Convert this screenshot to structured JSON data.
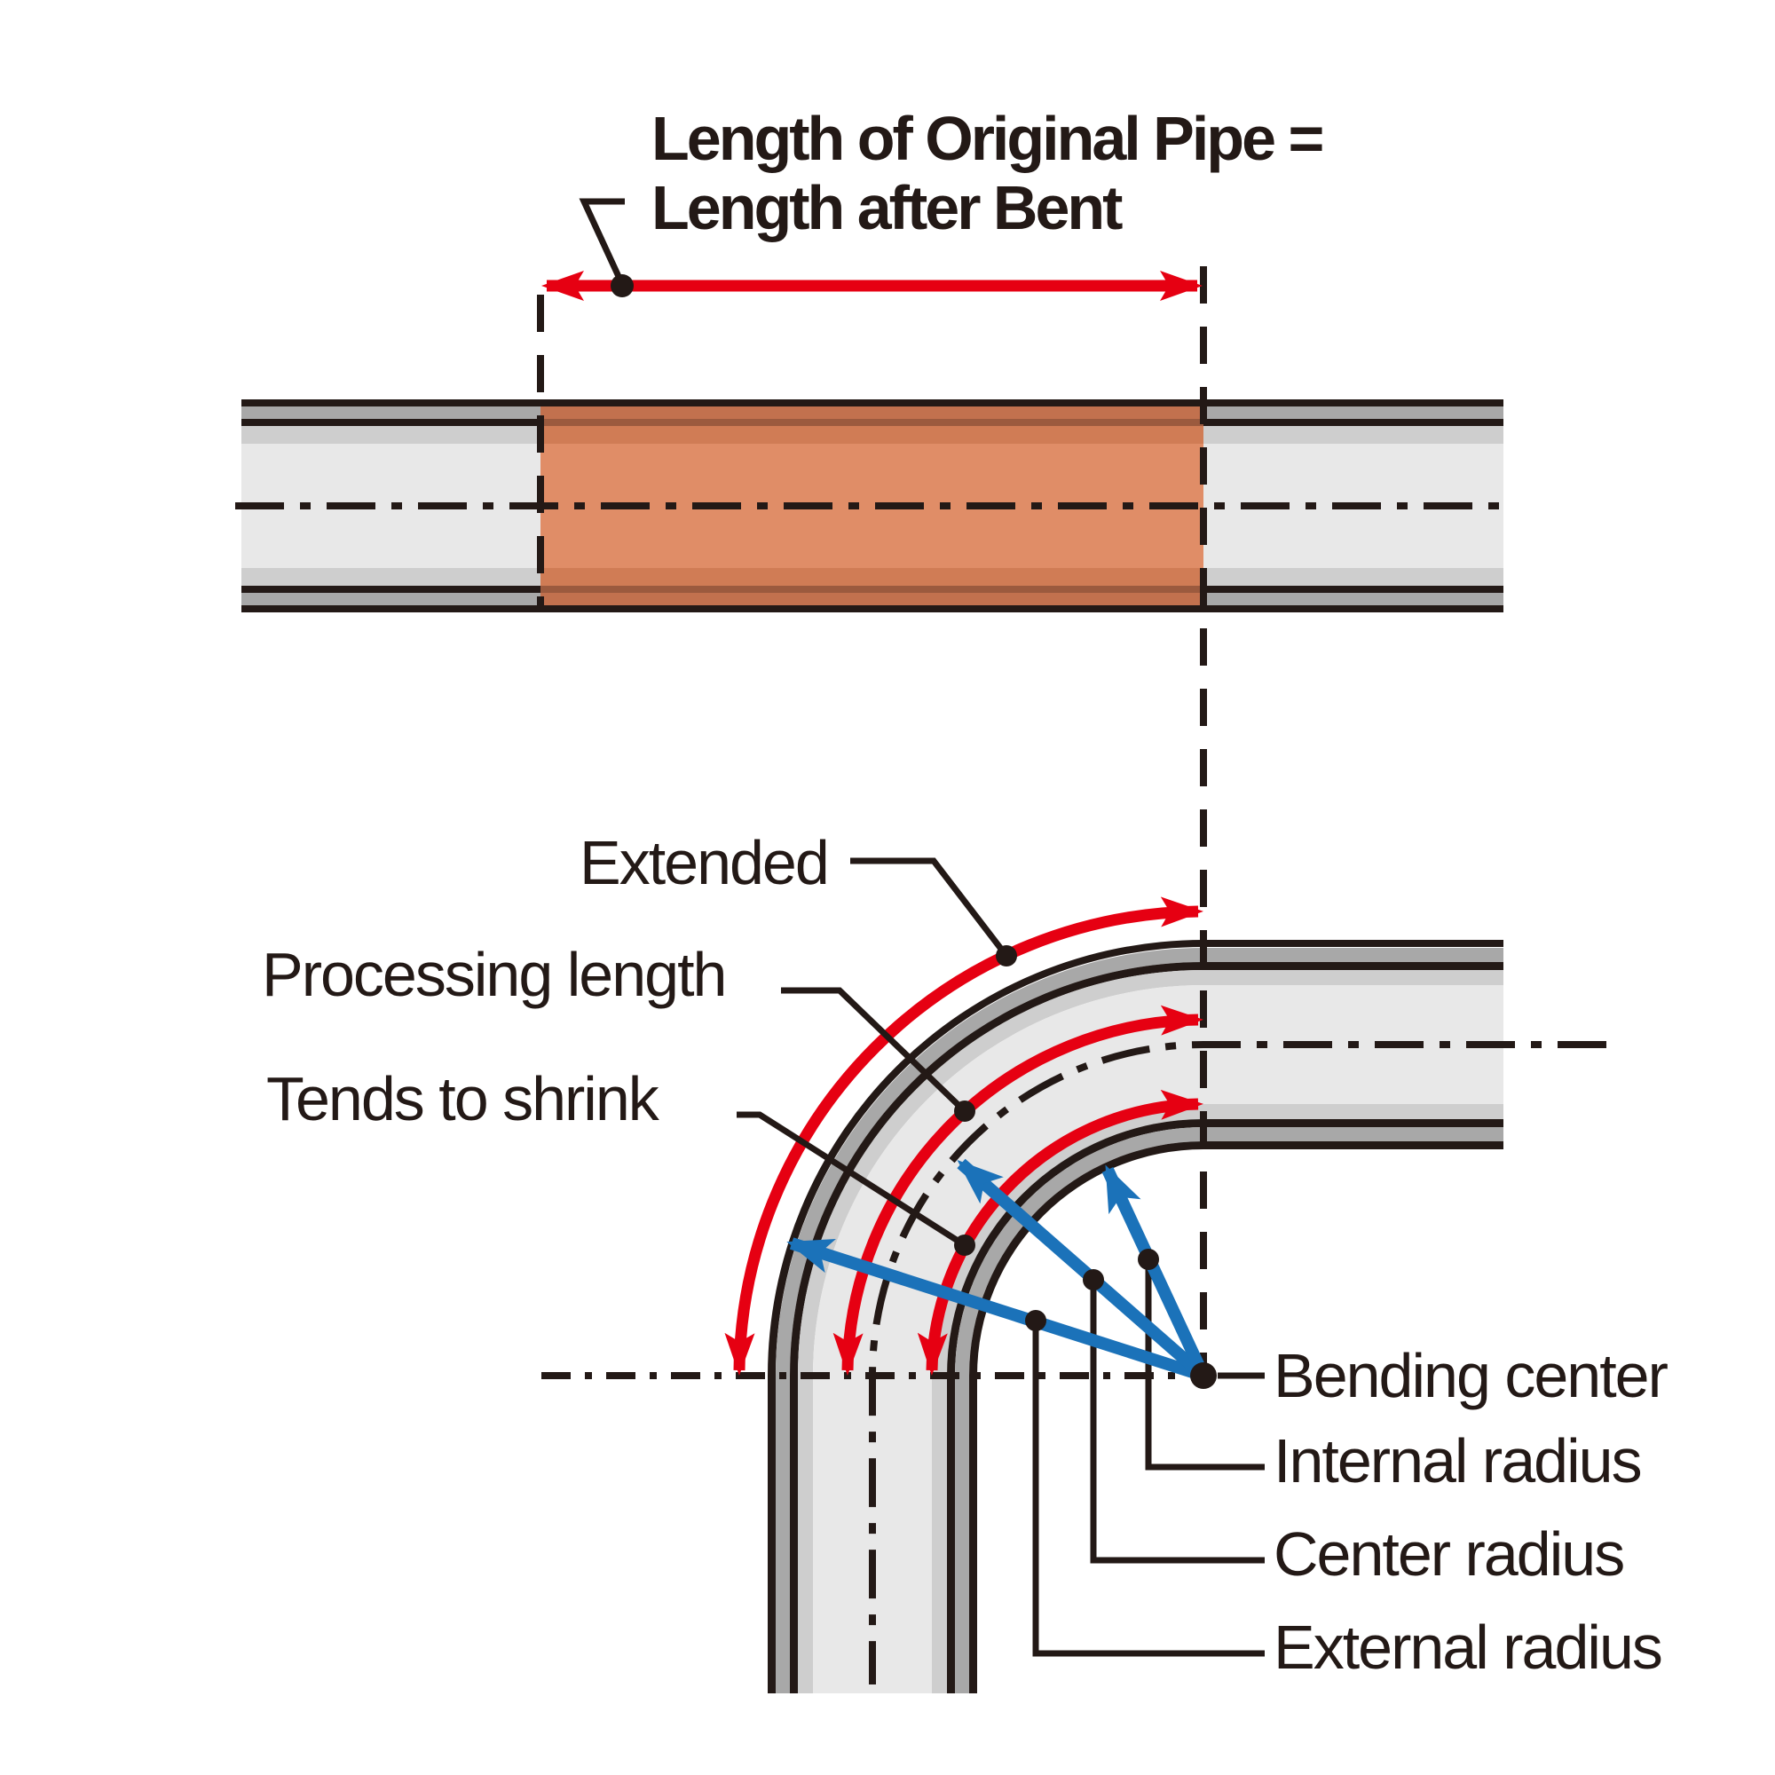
{
  "title": {
    "line1": "Length of Original Pipe =",
    "line2": "Length after Bent"
  },
  "labels": {
    "extended": "Extended",
    "processing_length": "Processing length",
    "tends_to_shrink": "Tends to shrink",
    "bending_center": "Bending center",
    "internal_radius": "Internal radius",
    "center_radius": "Center radius",
    "external_radius": "External radius"
  },
  "colors": {
    "background": "#ffffff",
    "ink": "#231916",
    "pipe_wall": "#a8a8a8",
    "pipe_shade": "#cecece",
    "pipe_interior": "#e8e8e8",
    "highlight_wall": "#c2714e",
    "highlight_line": "#9b5a3e",
    "highlight_shade": "#d07c55",
    "highlight_main": "#e08d67",
    "arrow_red": "#e60012",
    "arrow_blue": "#1b72b9"
  }
}
